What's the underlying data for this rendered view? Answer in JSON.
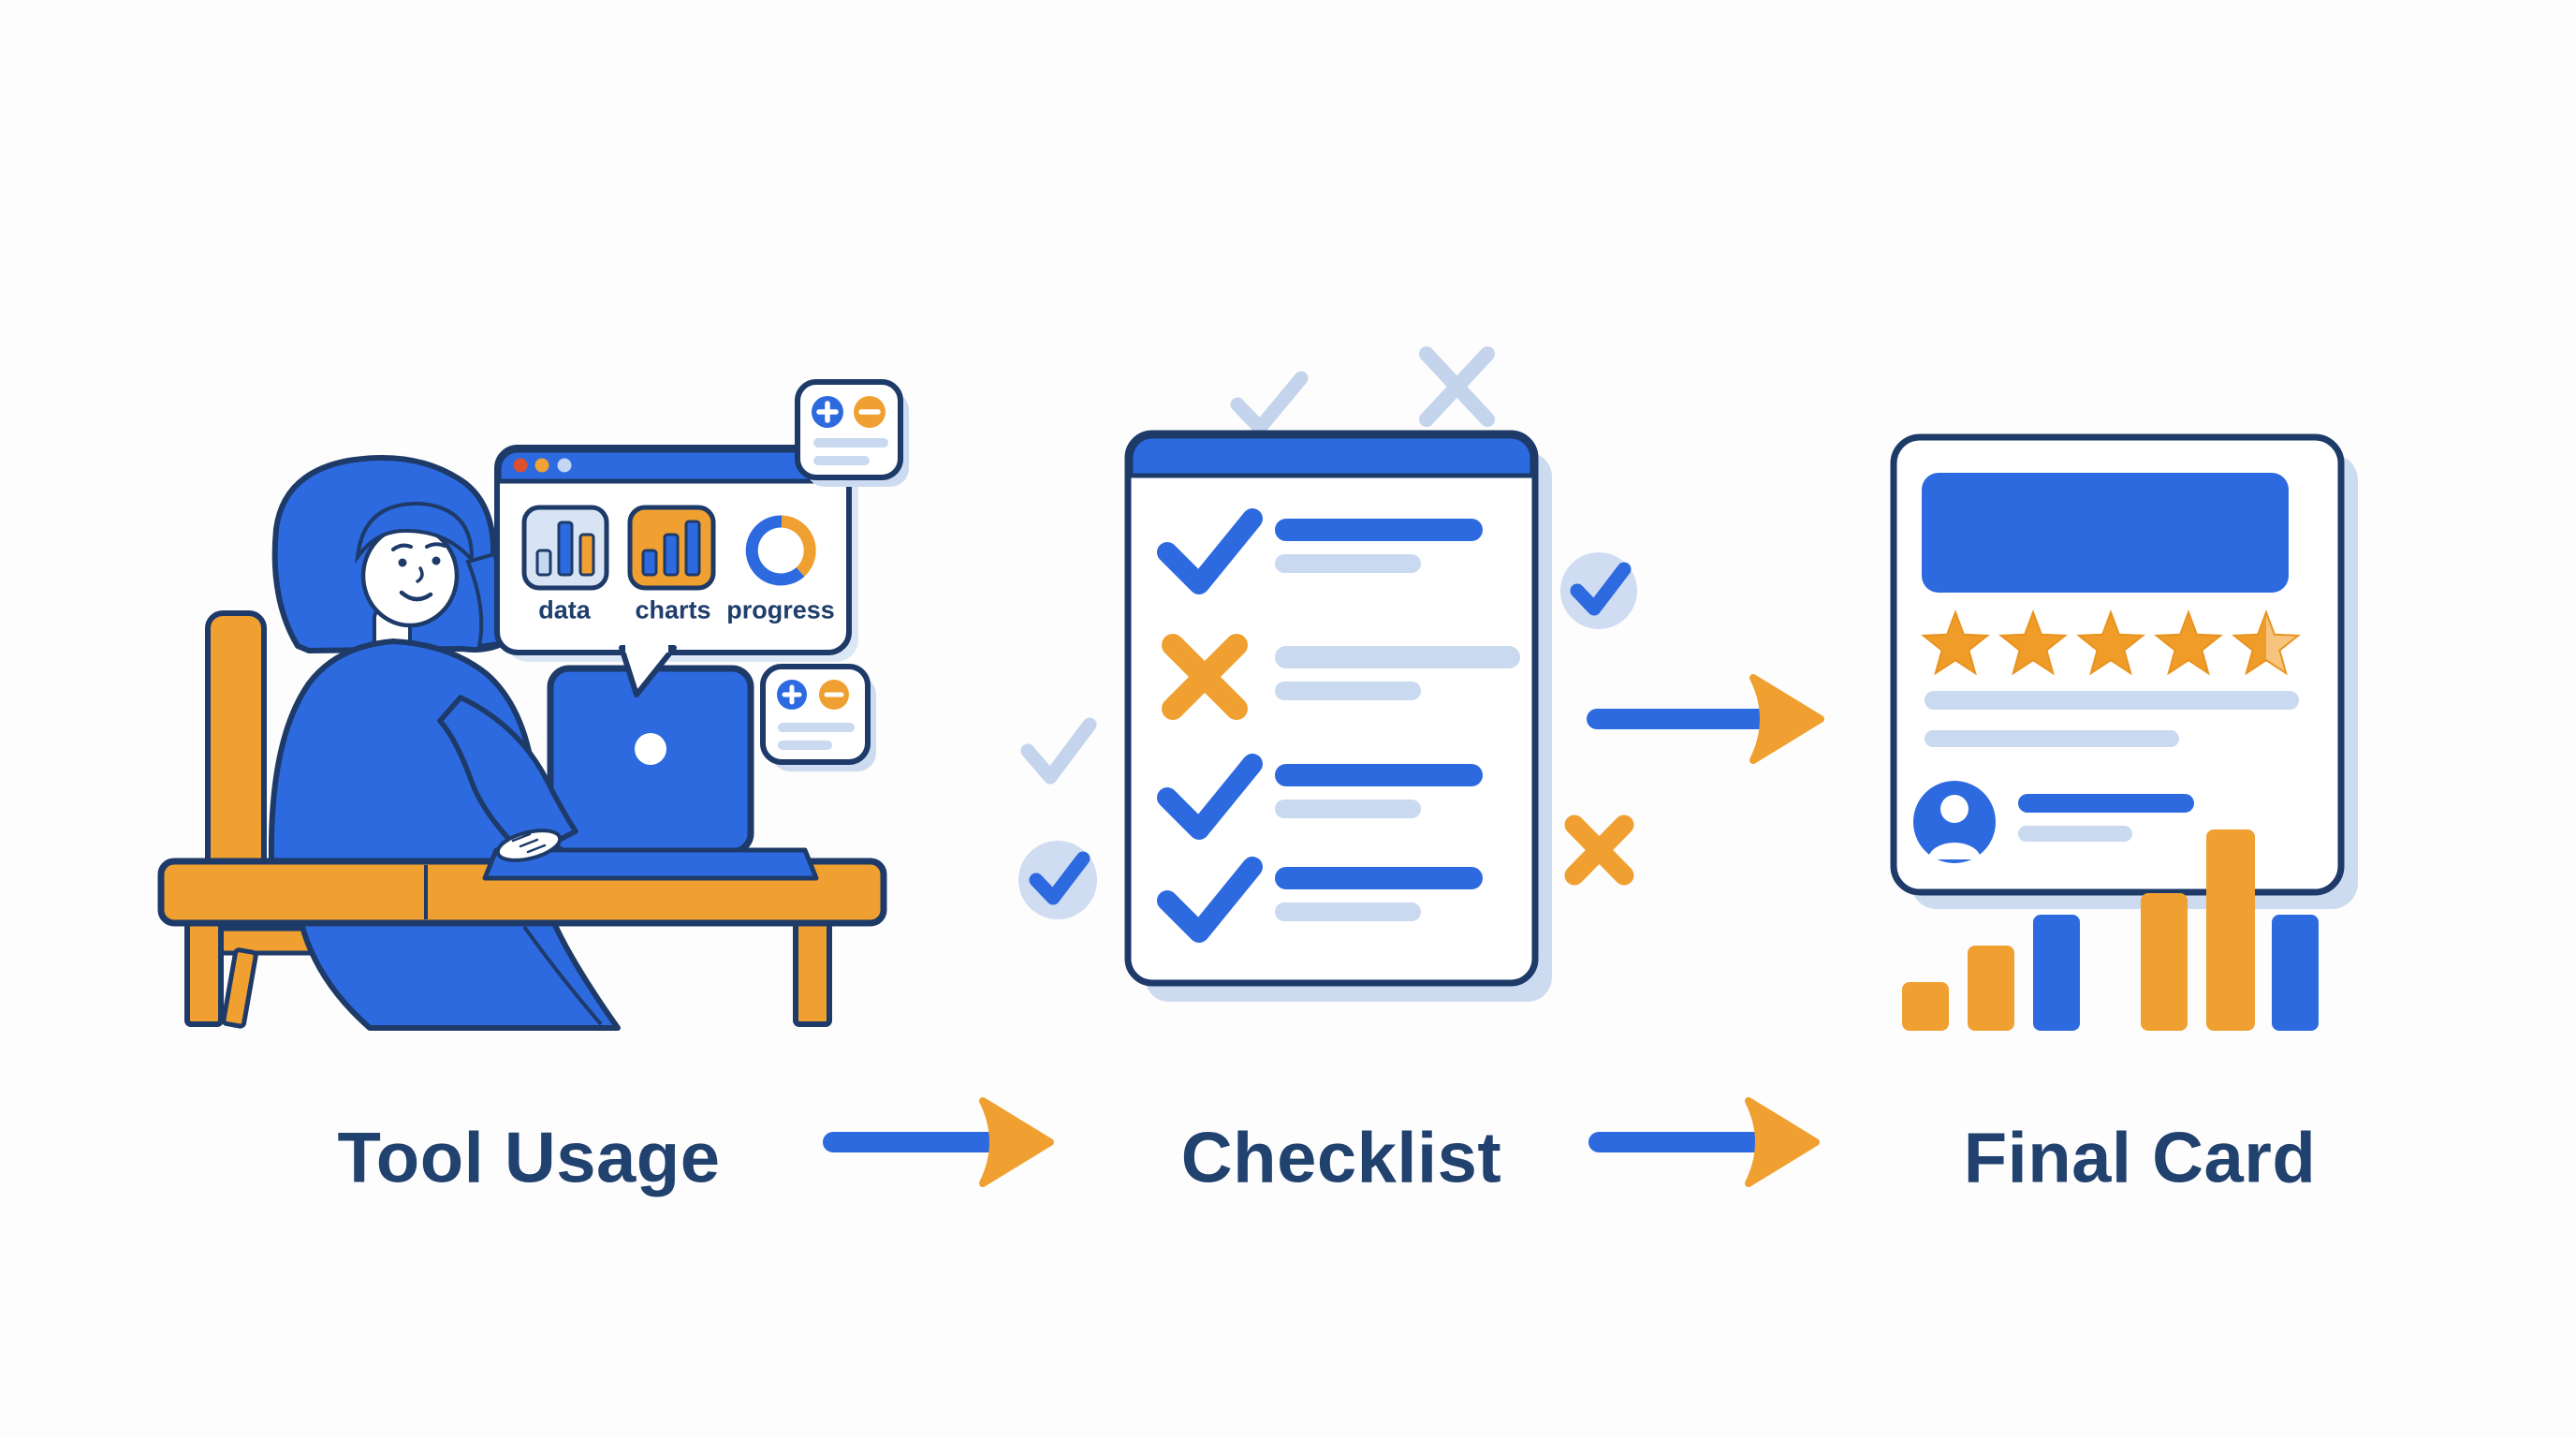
{
  "colors": {
    "blue": "#2d6ae0",
    "navy": "#1d3a68",
    "text_navy": "#21416f",
    "orange": "#f0a030",
    "star_orange": "#f09c28",
    "star_light": "#f6c47d",
    "red_orange": "#dd4f2e",
    "dot_blue": "#c3d6f2",
    "pale_line": "#c9d9ef",
    "pale_mark": "#c3d4ec",
    "shadow_blue": "#ccdbf0",
    "icon_bg": "#d8e3f4",
    "white": "#ffffff"
  },
  "steps": [
    {
      "label": "Tool Usage"
    },
    {
      "label": "Checklist"
    },
    {
      "label": "Final Card"
    }
  ],
  "tool_usage": {
    "scene": [
      "woman-at-desk",
      "orange-chair",
      "orange-desk",
      "blue-laptop"
    ],
    "browser_popup": {
      "labels": [
        "data",
        "charts",
        "progress"
      ],
      "window_dots": [
        "#dd4f2e",
        "#f0a232",
        "#c3d6f2"
      ],
      "icons": [
        "bar-chart-icon",
        "bar-chart-icon",
        "donut-progress-icon"
      ]
    },
    "floating_cards": [
      {
        "icons": [
          "plus",
          "minus"
        ],
        "skeleton_lines": 2
      },
      {
        "icons": [
          "plus",
          "minus"
        ],
        "skeleton_lines": 2
      }
    ]
  },
  "checklist": {
    "document_rows": [
      {
        "mark": "check"
      },
      {
        "mark": "cross"
      },
      {
        "mark": "check"
      },
      {
        "mark": "check"
      }
    ],
    "floating_marks": [
      {
        "type": "check",
        "style": "faint"
      },
      {
        "type": "cross",
        "style": "faint"
      },
      {
        "type": "check",
        "style": "faint"
      },
      {
        "type": "check",
        "style": "circled"
      },
      {
        "type": "check",
        "style": "circled"
      },
      {
        "type": "cross",
        "style": "orange"
      }
    ]
  },
  "final_card": {
    "rating": {
      "stars_total": 5,
      "stars_filled": 4.5
    },
    "skeleton_lines": 3,
    "has_avatar": true,
    "bar_chart": {
      "type": "bar",
      "values": [
        52,
        91,
        124,
        147,
        215,
        124
      ],
      "bar_colors": [
        "orange",
        "orange",
        "blue",
        "orange",
        "orange",
        "blue"
      ]
    }
  },
  "arrows": [
    {
      "from": "Tool Usage",
      "to": "Checklist"
    },
    {
      "from": "Checklist",
      "to": "Final Card"
    },
    {
      "from": "checklist-document",
      "to": "final-card"
    }
  ]
}
